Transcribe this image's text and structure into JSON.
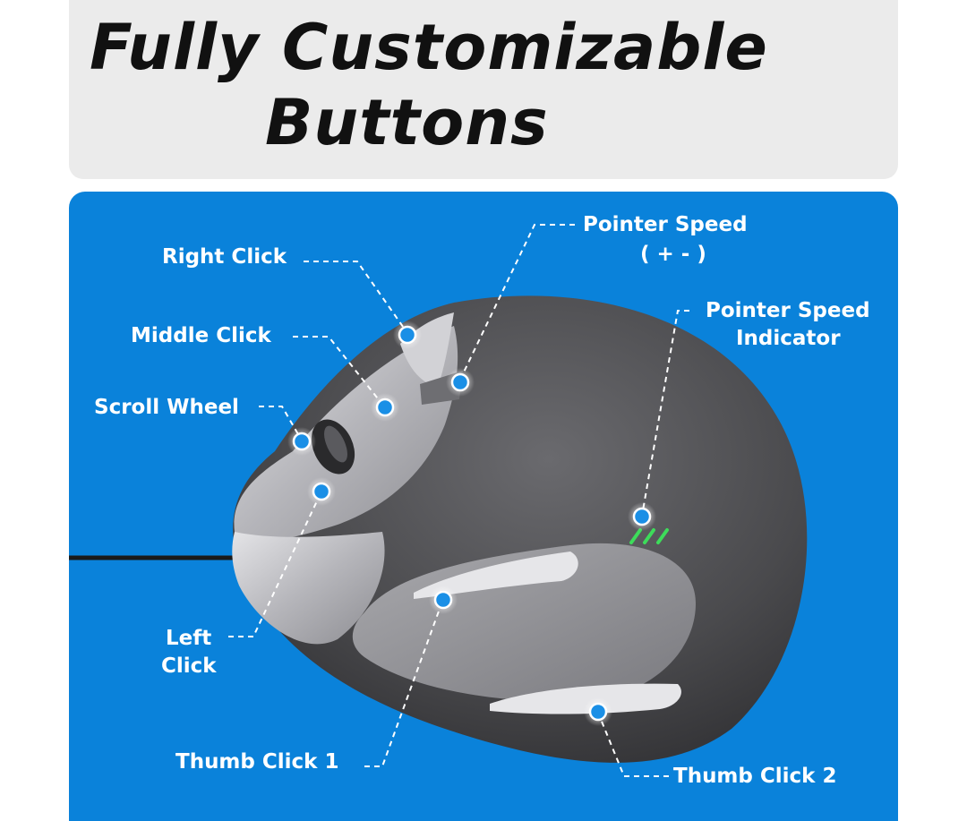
{
  "title": {
    "line1": "Fully Customizable",
    "line2": "Buttons"
  },
  "callouts": {
    "right_click": "Right Click",
    "middle_click": "Middle Click",
    "scroll_wheel": "Scroll Wheel",
    "left_click_line1": "Left",
    "left_click_line2": "Click",
    "pointer_speed": "Pointer Speed",
    "pointer_speed_sub": "( + - )",
    "pointer_speed_indicator_line1": "Pointer Speed",
    "pointer_speed_indicator_line2": "Indicator",
    "thumb_click_1": "Thumb Click 1",
    "thumb_click_2": "Thumb Click 2"
  },
  "colors": {
    "panel_blue": "#0a82da",
    "banner_gray": "#ebebeb",
    "mouse_dark": "#4a4a4c",
    "mouse_silver": "#b9b9bd",
    "indicator_green": "#3ddc5a",
    "marker_blue": "#1a8fe6"
  }
}
